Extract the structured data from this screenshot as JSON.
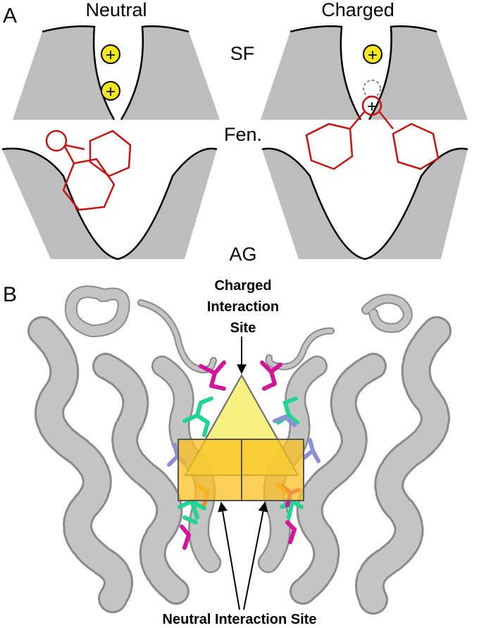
{
  "panel_a": {
    "letter": "A",
    "left_title": "Neutral",
    "right_title": "Charged",
    "label_sf": "SF",
    "label_fen": "Fen.",
    "label_ag": "AG",
    "ion_sign": "+",
    "colors": {
      "wall": "#bdbdbd",
      "outline": "#000000",
      "drug": "#cc1111",
      "ion": "#f4e81a"
    }
  },
  "panel_b": {
    "letter": "B",
    "charged_site_label_lines": [
      "Charged",
      "Interaction",
      "Site"
    ],
    "neutral_site_label": "Neutral Interaction Site",
    "colors": {
      "ribbon": "#c4c4c4",
      "ribbon_edge": "#8a8a8a",
      "triangle": "#f4ee6a",
      "box": "#f8c020",
      "residue_magenta": "#d4139a",
      "residue_green": "#1fd690",
      "residue_lavender": "#8f90d4",
      "residue_orange": "#f08a1c"
    }
  }
}
